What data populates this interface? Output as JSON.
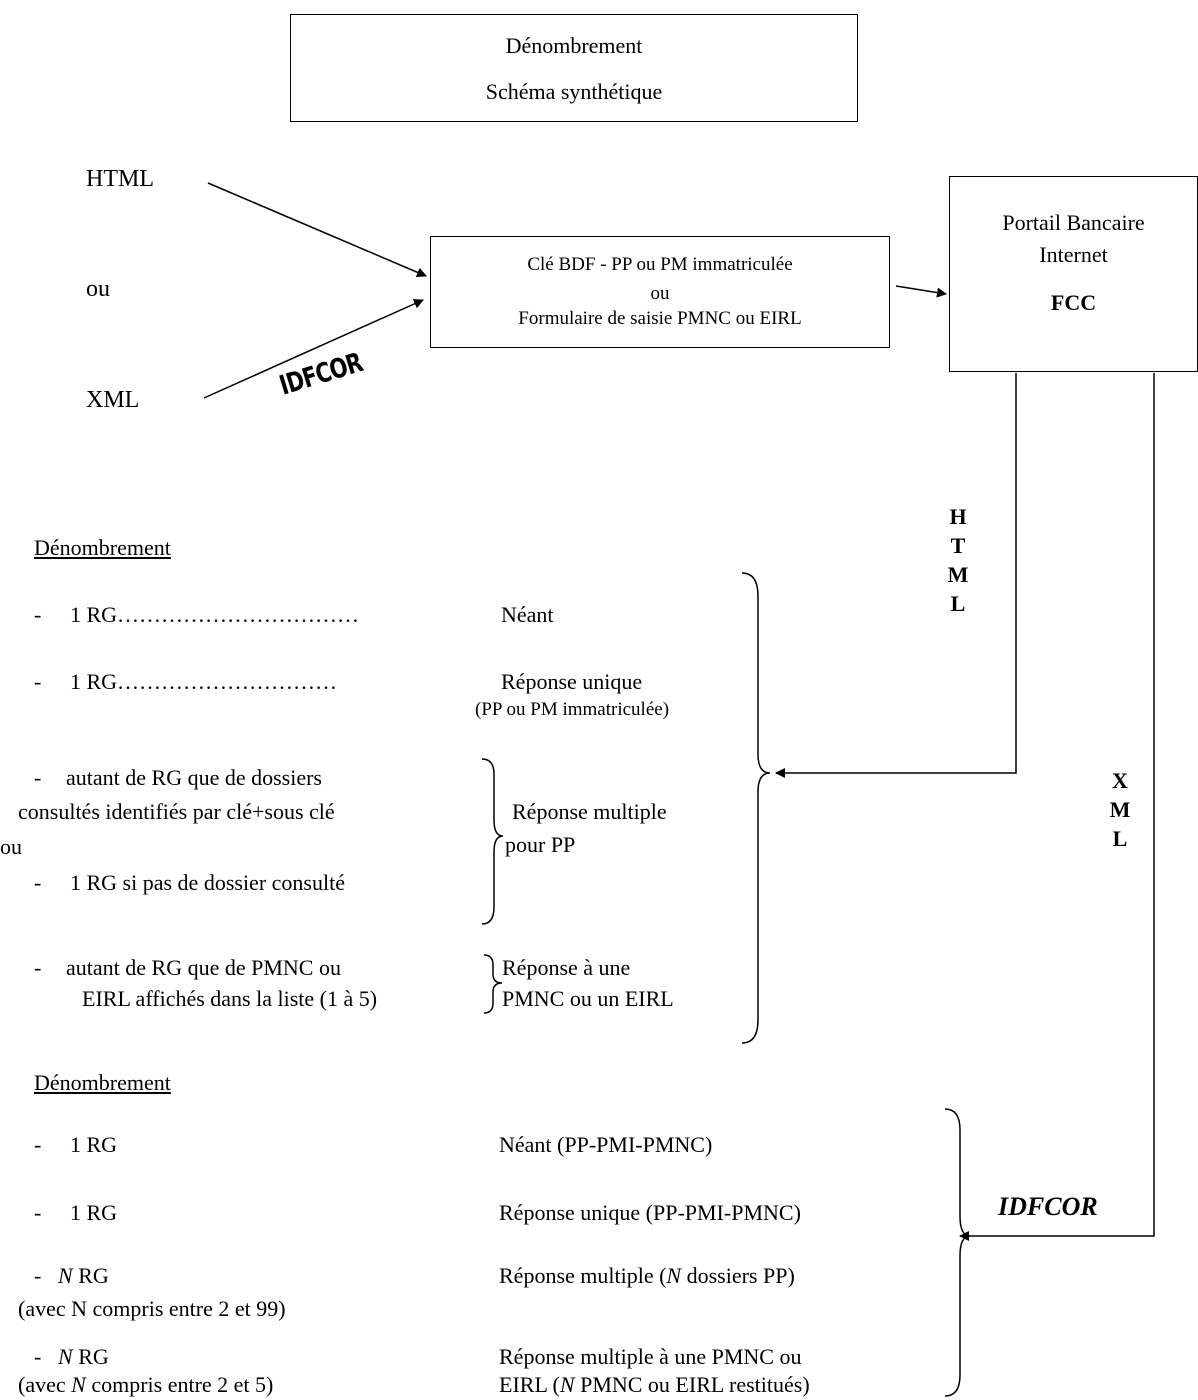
{
  "title_box": {
    "line1": "Dénombrement",
    "line2": "Schéma synthétique"
  },
  "inputs": {
    "html": "HTML",
    "or": "ou",
    "xml": "XML",
    "xml_protocol": "IDFCOR"
  },
  "center_box": {
    "line1": "Clé BDF - PP ou PM immatriculée",
    "line2": "ou",
    "line3": "Formulaire de saisie PMNC ou EIRL"
  },
  "portal_box": {
    "line1": "Portail Bancaire",
    "line2": "Internet",
    "line3": "FCC"
  },
  "html_channel": {
    "letters": [
      "H",
      "T",
      "M",
      "L"
    ]
  },
  "xml_channel": {
    "letters": [
      "X",
      "M",
      "L"
    ],
    "protocol": "IDFCOR"
  },
  "html_section": {
    "heading": "Dénombrement",
    "rows": [
      {
        "dash": "-",
        "left": "1 RG……………………………",
        "right": "Néant"
      },
      {
        "dash": "-",
        "left": "1 RG…………………………",
        "right": "Réponse unique",
        "right_sub": "(PP ou PM immatriculée)"
      }
    ],
    "multi": {
      "dash1": "-",
      "left1": "autant de RG que de dossiers",
      "left2": "consultés identifiés par clé+sous clé",
      "or": "ou",
      "dash2": "-",
      "left3": "1 RG si pas de dossier consulté",
      "right1": "Réponse multiple",
      "right2": "pour PP"
    },
    "pmnc": {
      "dash": "-",
      "left1": "autant de RG que de PMNC ou",
      "left2": "EIRL affichés dans la liste (1 à 5)",
      "right1": "Réponse à une",
      "right2": "PMNC ou un EIRL"
    }
  },
  "xml_section": {
    "heading": "Dénombrement",
    "rows": [
      {
        "dash": "-",
        "left": "1 RG",
        "right": "Néant   (PP-PMI-PMNC)"
      },
      {
        "dash": "-",
        "left": "1 RG",
        "right": "Réponse unique (PP-PMI-PMNC)"
      },
      {
        "dash": "-",
        "left_n": "N",
        "left_rest": " RG",
        "left_sub": "(avec N compris entre 2 et 99)",
        "right_a": "Réponse multiple (",
        "right_n": "N",
        "right_b": " dossiers PP)"
      },
      {
        "dash": "-",
        "left_n": "N",
        "left_rest": " RG",
        "left_sub_a": "(avec ",
        "left_sub_n": "N",
        "left_sub_b": " compris entre 2 et 5)",
        "right1": "Réponse multiple à une PMNC ou",
        "right2_a": "EIRL (",
        "right2_n": "N",
        "right2_b": " PMNC ou EIRL restitués)"
      }
    ]
  }
}
